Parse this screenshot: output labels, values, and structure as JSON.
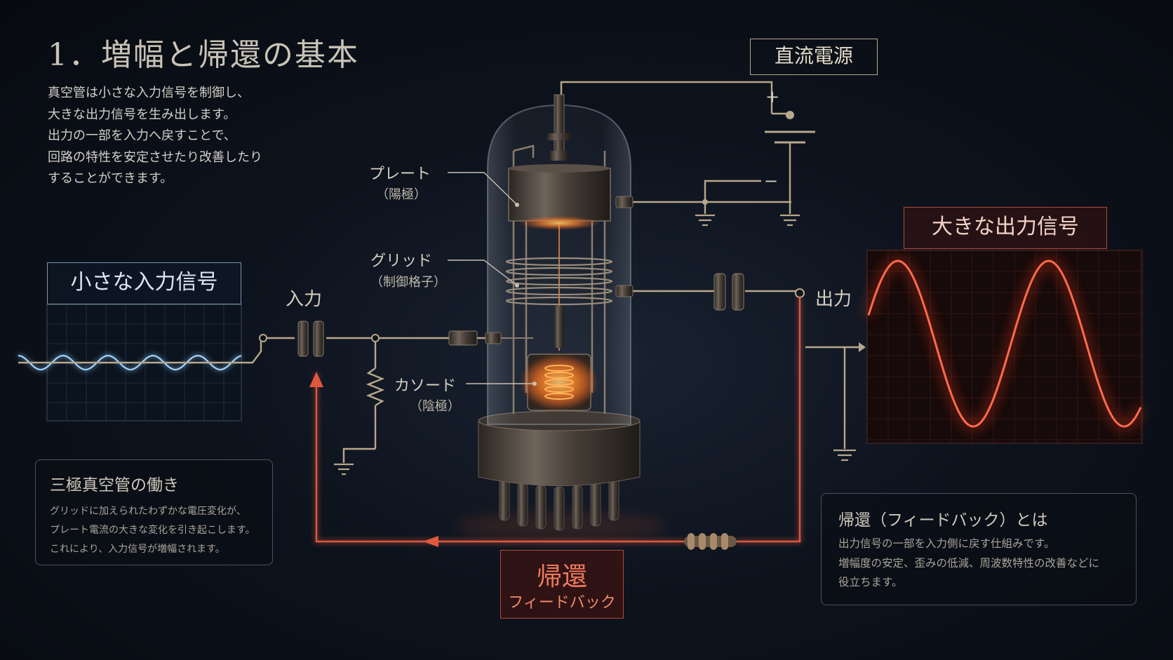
{
  "title": "1．増幅と帰還の基本",
  "intro": [
    "真空管は小さな入力信号を制御し、",
    "大きな出力信号を生み出します。",
    "出力の一部を入力へ戻すことで、",
    "回路の特性を安定させたり改善したり",
    "することができます。"
  ],
  "power_supply": {
    "label": "直流電源",
    "plus": "+",
    "minus": "−"
  },
  "tube_labels": {
    "plate": "プレート",
    "plate_sub": "（陽極）",
    "grid": "グリッド",
    "grid_sub": "（制御格子）",
    "cathode": "カソード",
    "cathode_sub": "（陰極）"
  },
  "input": {
    "label": "入力",
    "signal_label": "小さな入力信号"
  },
  "output": {
    "label": "出力",
    "signal_label": "大きな出力信号"
  },
  "feedback": {
    "main": "帰還",
    "sub": "フィードバック"
  },
  "triode_panel": {
    "title": "三極真空管の働き",
    "lines": [
      "グリッドに加えられたわずかな電圧変化が、",
      "プレート電流の大きな変化を引き起こします。",
      "これにより、入力信号が増幅されます。"
    ]
  },
  "feedback_panel": {
    "title": "帰還（フィードバック）とは",
    "lines": [
      "出力信号の一部を入力側に戻す仕組みです。",
      "増幅度の安定、歪みの低減、周波数特性の改善などに",
      "役立ちます。"
    ]
  },
  "colors": {
    "wire": "#b8a78a",
    "feedback": "#e0583c",
    "input_wave": "#9fd4ff",
    "output_wave": "#ff5a3c",
    "glow": "#ff8a2c"
  }
}
